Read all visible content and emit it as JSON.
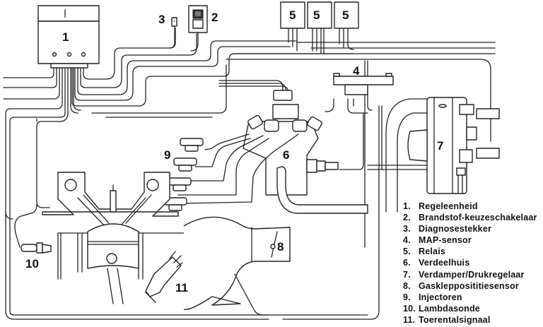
{
  "diagram": {
    "labels": {
      "c1": "1",
      "c2": "2",
      "c3": "3",
      "c4": "4",
      "c5a": "5",
      "c5b": "5",
      "c5c": "5",
      "c6": "6",
      "c7": "7",
      "c8": "8",
      "c9": "9",
      "c10": "10",
      "c11": "11"
    },
    "legend": [
      {
        "num": "1.",
        "text": "Regeleenheid"
      },
      {
        "num": "2.",
        "text": "Brandstof-keuzeschakelaar"
      },
      {
        "num": "3.",
        "text": "Diagnosestekker"
      },
      {
        "num": "4.",
        "text": "MAP-sensor"
      },
      {
        "num": "5.",
        "text": "Relais"
      },
      {
        "num": "6.",
        "text": "Verdeelhuis"
      },
      {
        "num": "7.",
        "text": "Verdamper/Drukregelaar"
      },
      {
        "num": "8.",
        "text": "Gasklepposititiesensor"
      },
      {
        "num": "9.",
        "text": "Injectoren"
      },
      {
        "num": "10.",
        "text": "Lambdasonde"
      },
      {
        "num": "11.",
        "text": "Toerentalsignaal"
      }
    ]
  }
}
